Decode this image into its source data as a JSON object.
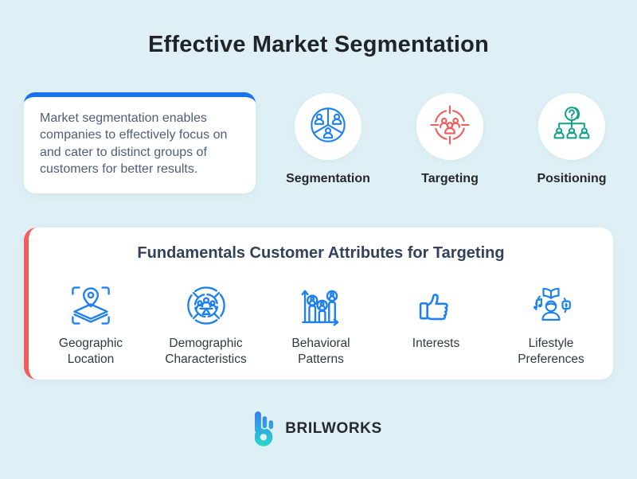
{
  "title": "Effective Market Segmentation",
  "intro_card": {
    "text": "Market segmentation enables companies to effectively focus on and cater to distinct groups of customers for better results.",
    "accent_color": "#1a73e8"
  },
  "stp_items": [
    {
      "label": "Segmentation",
      "icon": "segmentation-pie-people-icon",
      "color": "#1e80f0"
    },
    {
      "label": "Targeting",
      "icon": "target-audience-icon",
      "color": "#f25c5c"
    },
    {
      "label": "Positioning",
      "icon": "positioning-hierarchy-icon",
      "color": "#0fa185"
    }
  ],
  "attributes_card": {
    "title": "Fundamentals Customer Attributes for Targeting",
    "accent_color": "#f25c5c",
    "items": [
      {
        "label": "Geographic Location",
        "icon": "map-location-icon"
      },
      {
        "label": "Demographic Characteristics",
        "icon": "demographics-donut-icon"
      },
      {
        "label": "Behavioral Patterns",
        "icon": "behavior-bar-chart-icon"
      },
      {
        "label": "Interests",
        "icon": "thumbs-up-icon"
      },
      {
        "label": "Lifestyle Preferences",
        "icon": "lifestyle-media-person-icon"
      }
    ]
  },
  "footer": {
    "brand": "BRILWORKS",
    "logo_icon": "brilworks-b-logo",
    "logo_gradient": {
      "top": "#3a7bf0",
      "bottom": "#27d9c8"
    }
  },
  "colors": {
    "background": "#def0f5",
    "icon_blue": "#1e80f0",
    "accent_red": "#f25c5c",
    "accent_teal": "#0fa185",
    "title_text": "#202328",
    "heading_text": "#33415c",
    "body_text": "#4e5d78",
    "label_text": "#26282b"
  }
}
